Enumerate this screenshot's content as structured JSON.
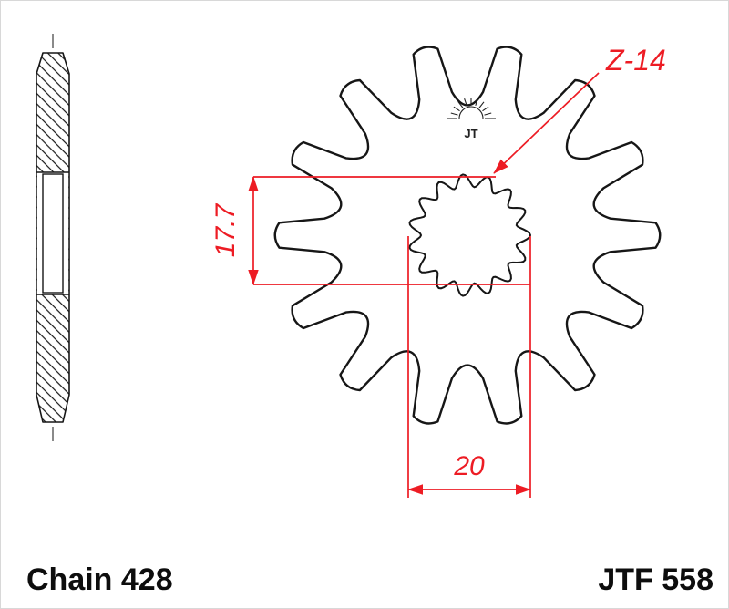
{
  "title": "Sprocket technical drawing",
  "colors": {
    "dimension_red": "#ed1c24",
    "line_black": "#161616",
    "background": "#ffffff"
  },
  "annotations": {
    "teeth_label": "Z-14",
    "inner_dimension": "17.7",
    "bore_dimension": "20"
  },
  "logo": {
    "text": "JT"
  },
  "footer": {
    "chain_label": "Chain 428",
    "part_number": "JTF 558"
  }
}
